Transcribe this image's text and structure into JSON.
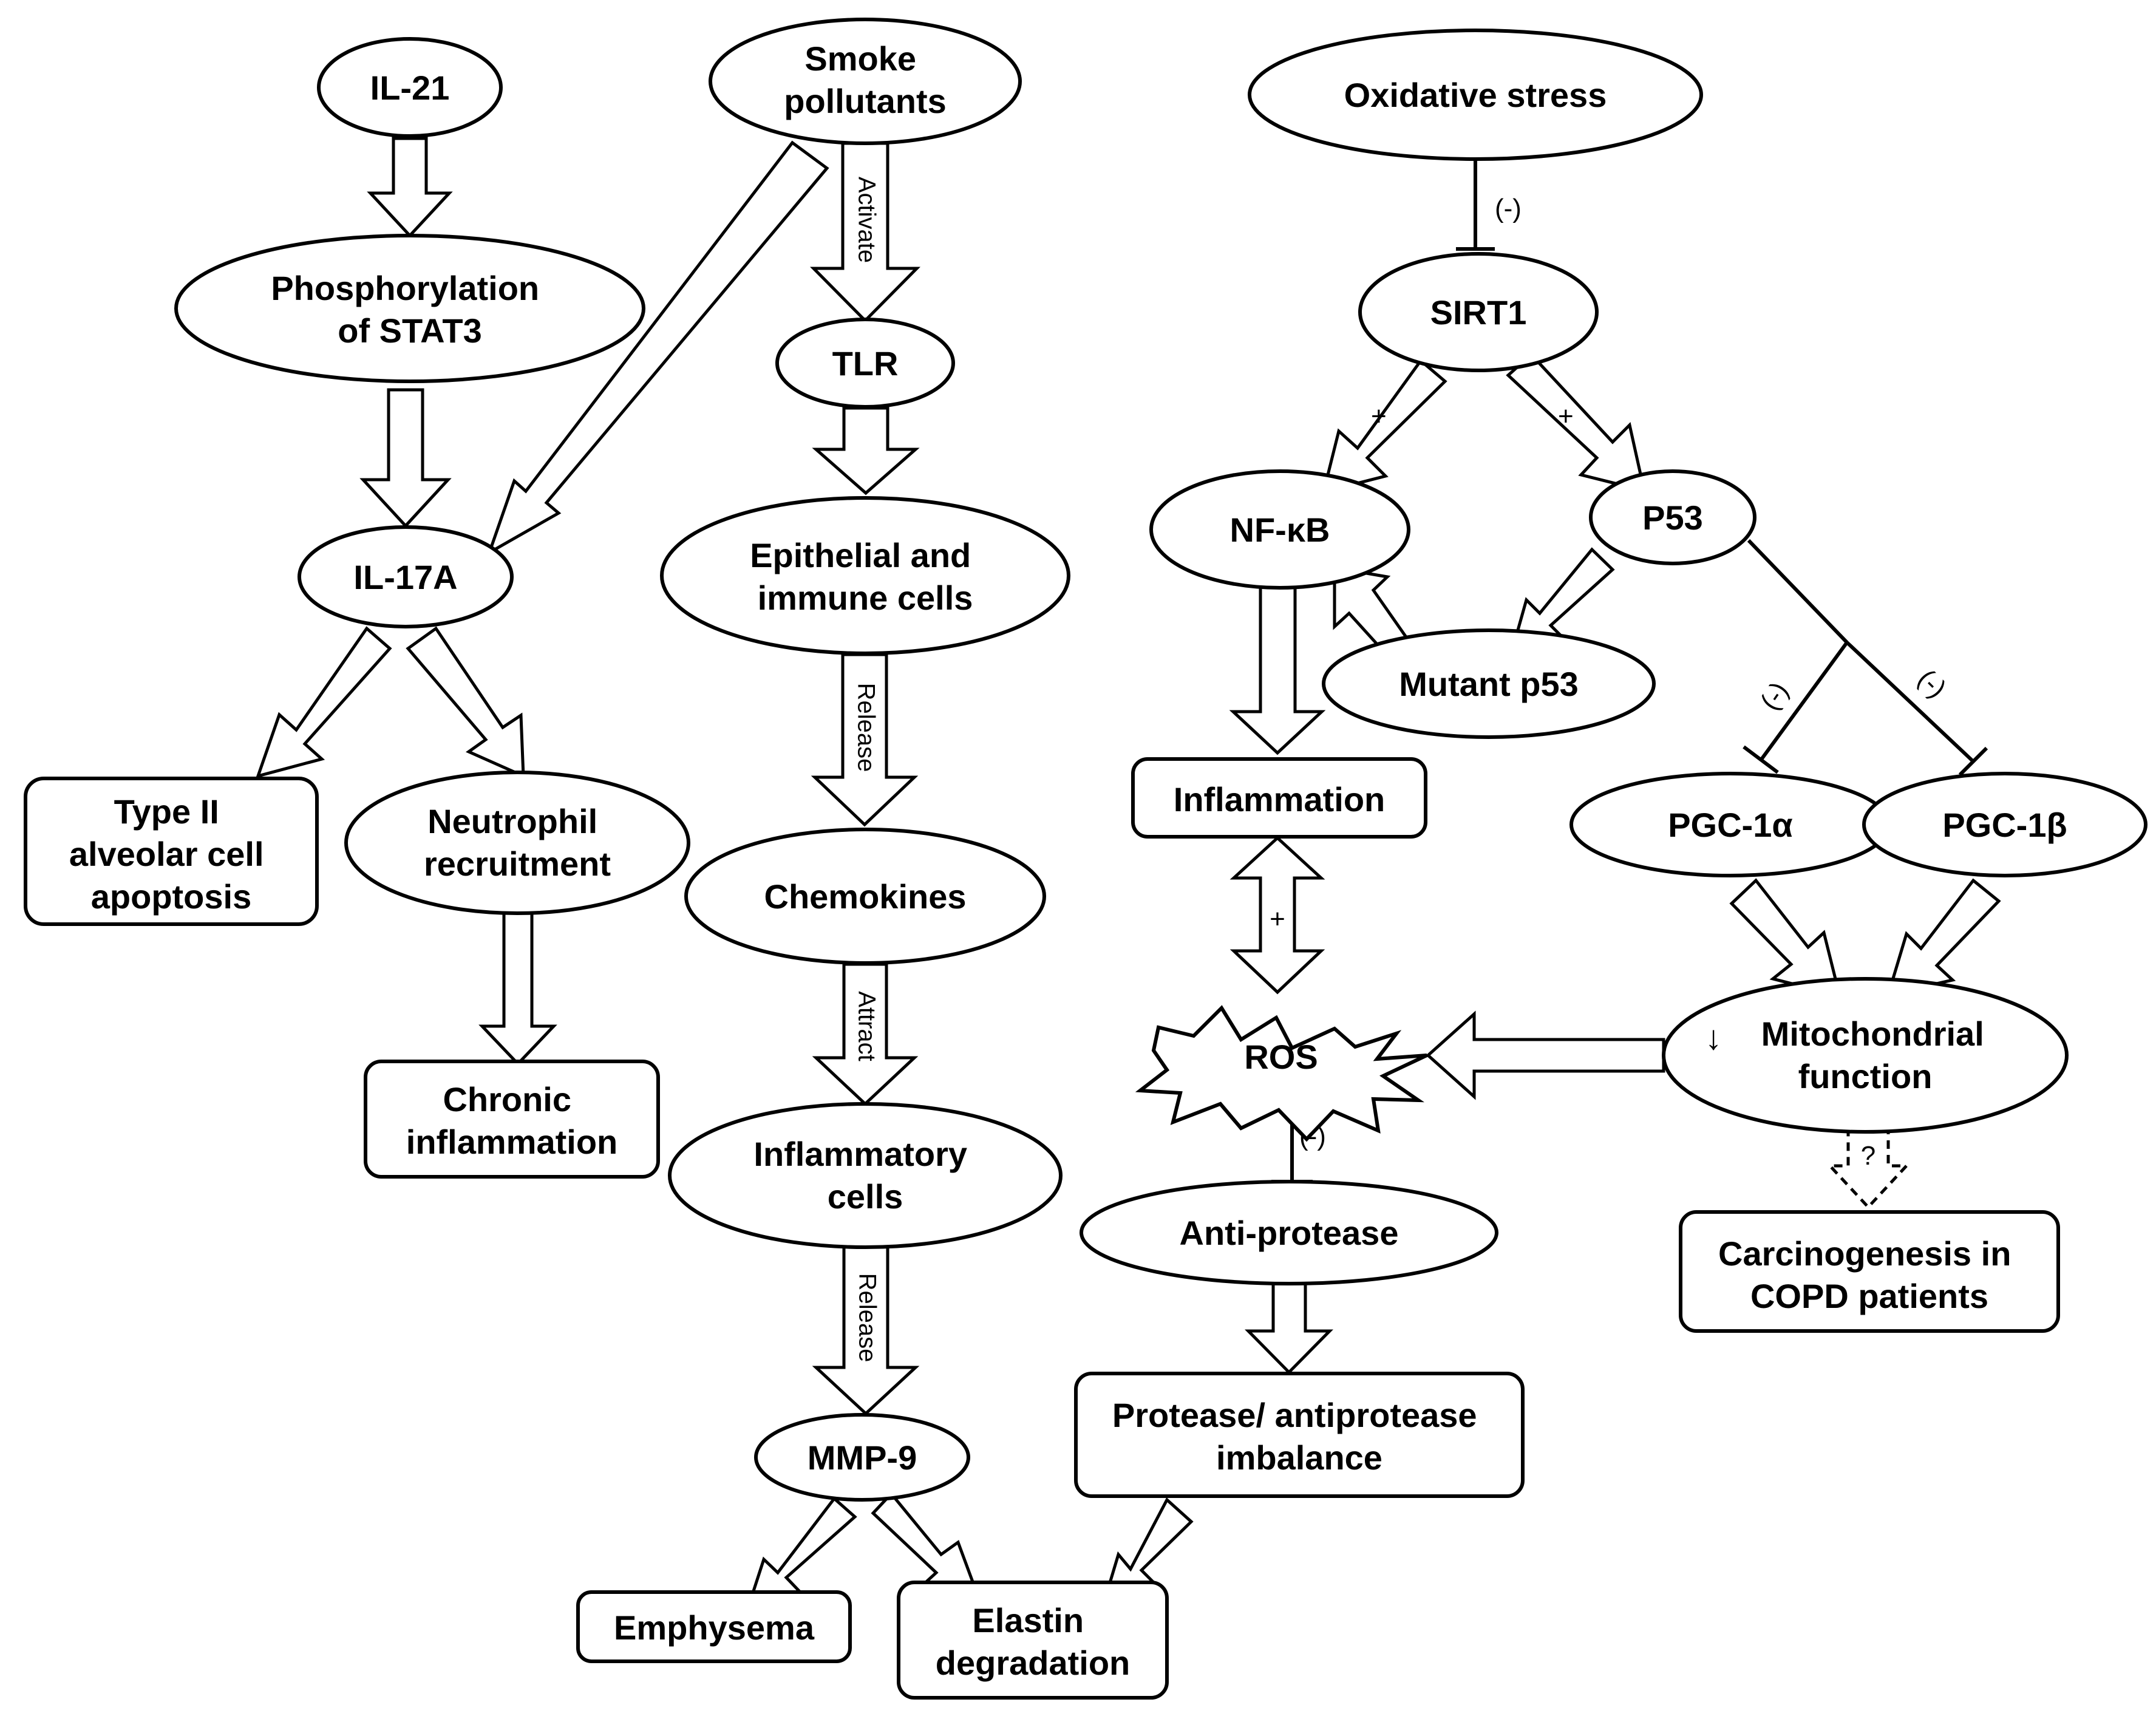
{
  "nodes": {
    "il21": "IL-21",
    "smoke": [
      "Smoke",
      "pollutants"
    ],
    "oxidative": "Oxidative stress",
    "stat3": [
      "Phosphorylation",
      "of STAT3"
    ],
    "tlr": "TLR",
    "sirt1": "SIRT1",
    "il17a": "IL-17A",
    "epithelial": [
      "Epithelial and",
      "immune cells"
    ],
    "nfkb": "NF-κB",
    "p53": "P53",
    "mutant_p53": "Mutant p53",
    "type2": [
      "Type II",
      "alveolar cell",
      "apoptosis"
    ],
    "neutrophil": [
      "Neutrophil",
      "recruitment"
    ],
    "chemokines": "Chemokines",
    "inflammation": "Inflammation",
    "pgc1a": "PGC-1α",
    "pgc1b": "PGC-1β",
    "chronic": [
      "Chronic",
      "inflammation"
    ],
    "ros": "ROS",
    "mito": [
      "Mitochondrial",
      "function"
    ],
    "mito_arrow": "↓",
    "inflam_cells": [
      "Inflammatory",
      "cells"
    ],
    "antiprotease": "Anti-protease",
    "carcino": [
      "Carcinogenesis in",
      "COPD patients"
    ],
    "mmp9": "MMP-9",
    "imbalance": [
      "Protease/ antiprotease",
      "imbalance"
    ],
    "emphysema": "Emphysema",
    "elastin": [
      "Elastin",
      "degradation"
    ]
  },
  "arrow_labels": {
    "activate": "Activate",
    "release1": "Release",
    "attract": "Attract",
    "release2": "Release"
  },
  "edge_labels": {
    "ox_sirt1": "(-)",
    "sirt1_nfkb": "+",
    "sirt1_p53": "+",
    "p53_pgc1a": "(-)",
    "p53_pgc1b": "(-)",
    "inflam_ros": "+",
    "ros_anti": "(-)",
    "mito_carcino": "?"
  }
}
